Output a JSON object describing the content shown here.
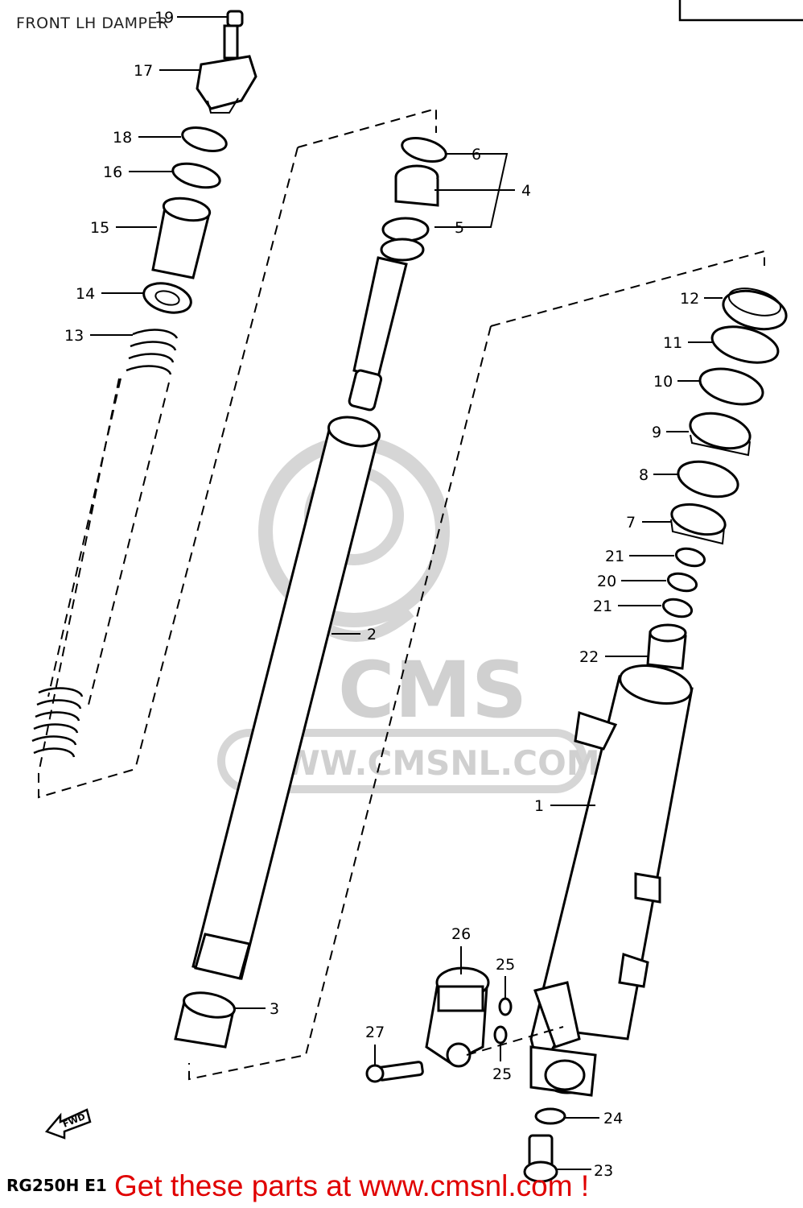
{
  "header": {
    "title": "FRONT LH DAMPER"
  },
  "footer": {
    "model_code": "RG250H E1",
    "promo_text": "Get these parts at www.cmsnl.com !"
  },
  "watermark": {
    "brand": "CMS",
    "url": "WWW.CMSNL.COM"
  },
  "fwd_label": "FWD",
  "callouts": {
    "c1": "1",
    "c2": "2",
    "c3": "3",
    "c4": "4",
    "c5": "5",
    "c6": "6",
    "c7": "7",
    "c8": "8",
    "c9": "9",
    "c10": "10",
    "c11": "11",
    "c12": "12",
    "c13": "13",
    "c14": "14",
    "c15": "15",
    "c16": "16",
    "c17": "17",
    "c18": "18",
    "c19": "19",
    "c20": "20",
    "c21a": "21",
    "c21b": "21",
    "c22": "22",
    "c23": "23",
    "c24": "24",
    "c25a": "25",
    "c25b": "25",
    "c26": "26",
    "c27": "27"
  },
  "colors": {
    "promo": "#e00000",
    "watermark": "#d0d0d0",
    "line": "#000000"
  }
}
